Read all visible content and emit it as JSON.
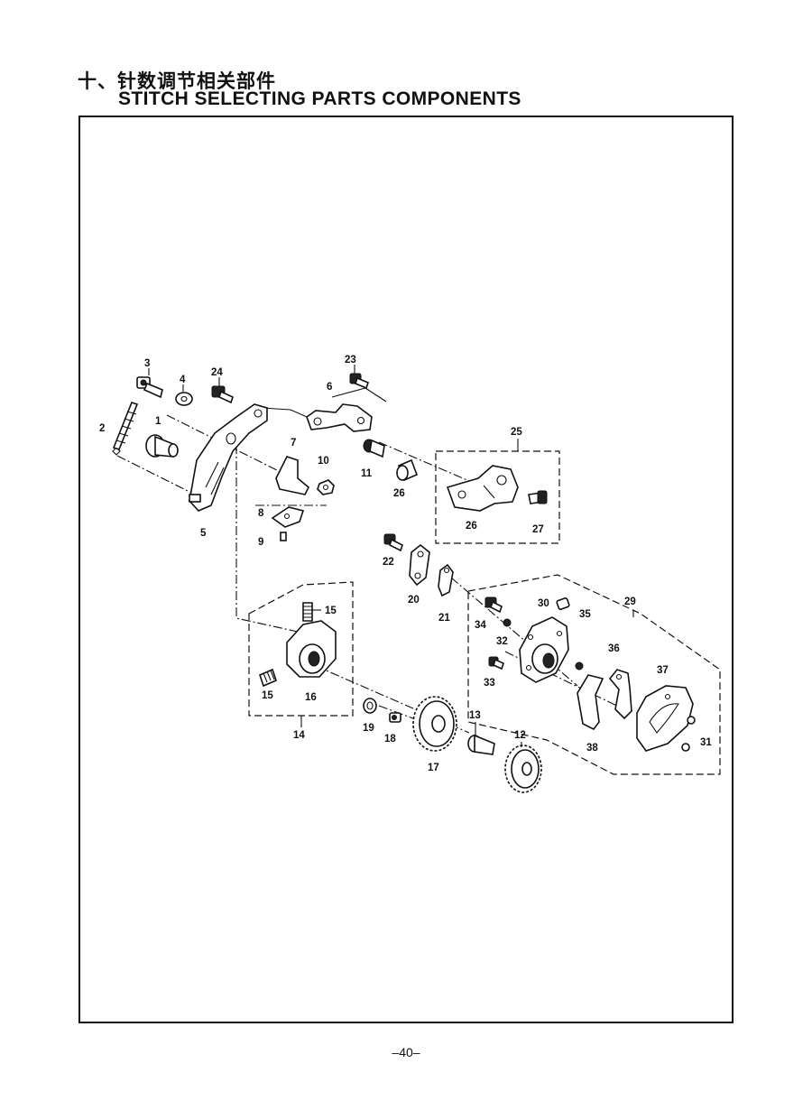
{
  "heading": {
    "chinese": "十、针数调节相关部件",
    "english": "STITCH SELECTING PARTS  COMPONENTS"
  },
  "page_number": "–40–",
  "labels": {
    "p1": "1",
    "p2": "2",
    "p3": "3",
    "p4": "4",
    "p5": "5",
    "p6": "6",
    "p7": "7",
    "p8": "8",
    "p9": "9",
    "p10": "10",
    "p11": "11",
    "p12": "12",
    "p13": "13",
    "p14": "14",
    "p15a": "15",
    "p15b": "15",
    "p16": "16",
    "p17": "17",
    "p18": "18",
    "p19": "19",
    "p20": "20",
    "p21": "21",
    "p22": "22",
    "p23": "23",
    "p24": "24",
    "p25": "25",
    "p26a": "26",
    "p26b": "26",
    "p27": "27",
    "p29": "29",
    "p30": "30",
    "p31": "31",
    "p32": "32",
    "p33": "33",
    "p34": "34",
    "p35": "35",
    "p36": "36",
    "p37": "37",
    "p38": "38"
  }
}
